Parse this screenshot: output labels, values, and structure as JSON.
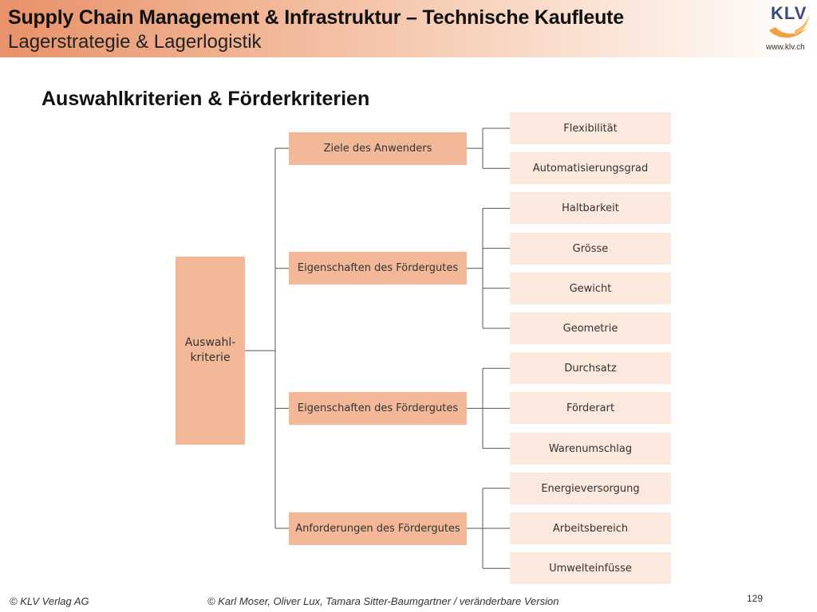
{
  "header": {
    "title": "Supply Chain Management & Infrastruktur – Technische Kaufleute",
    "subtitle": "Lagerstrategie & Lagerlogistik",
    "logo_text": "KLV",
    "logo_url": "www.klv.ch"
  },
  "slide": {
    "title": "Auswahlkriterien & Förderkriterien"
  },
  "diagram": {
    "root": "Auswahl-\nkriterie",
    "groups": [
      {
        "label": "Ziele des Anwenders",
        "items": [
          "Flexibilität",
          "Automatisierungsgrad"
        ]
      },
      {
        "label": "Eigenschaften des Fördergutes",
        "items": [
          "Haltbarkeit",
          "Grösse",
          "Gewicht",
          "Geometrie"
        ]
      },
      {
        "label": "Eigenschaften des Fördergutes",
        "items": [
          "Durchsatz",
          "Förderart",
          "Warenumschlag"
        ]
      },
      {
        "label": "Anforderungen des Fördergutes",
        "items": [
          "Energieversorgung",
          "Arbeitsbereich",
          "Umwelteinfüsse"
        ]
      }
    ]
  },
  "footer": {
    "left": "© KLV Verlag AG",
    "center": "© Karl Moser, Oliver Lux, Tamara Sitter-Baumgartner / veränderbare Version",
    "page": "129"
  },
  "colors": {
    "box_dark": "#f2b898",
    "box_light": "#fbe9de",
    "header_accent": "#e8916a",
    "logo_orange": "#f0a040",
    "logo_blue": "#3a4a80"
  }
}
